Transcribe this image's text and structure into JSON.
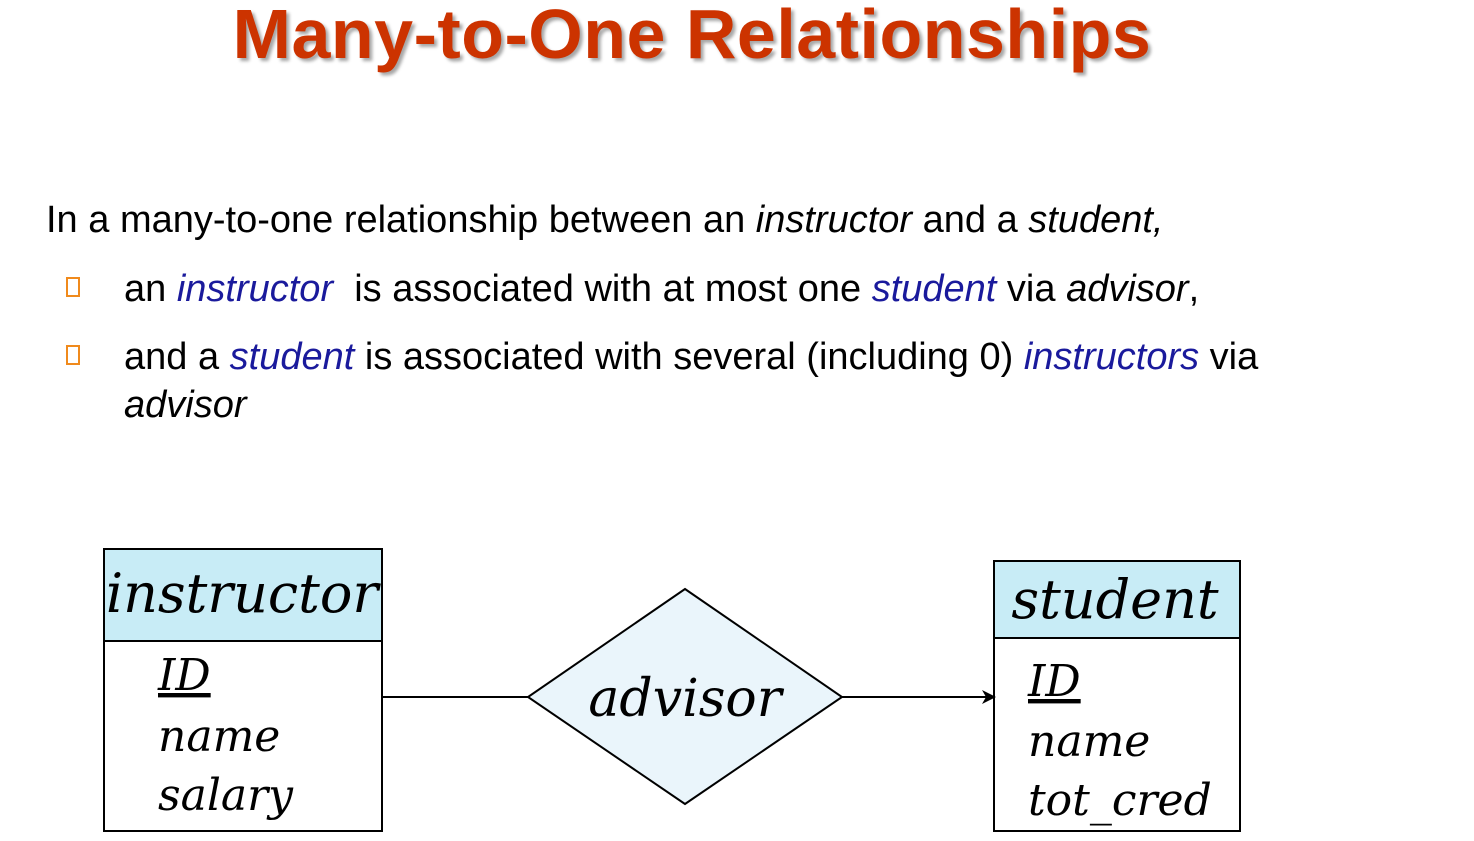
{
  "slide": {
    "title": "Many-to-One Relationships",
    "intro": {
      "p1": "In a many-to-one relationship between an ",
      "p2": "instructor",
      "p3": " and a ",
      "p4": "student,"
    },
    "bullets": [
      {
        "a": "an ",
        "b": "instructor",
        "c": "  is associated with at most one ",
        "d": "student",
        "e": " via ",
        "f": "advisor",
        "g": ","
      },
      {
        "a": "and a ",
        "b": "student",
        "c": " is associated with several (including 0) ",
        "d": "instructors",
        "e": " via",
        "f": "advisor"
      }
    ]
  },
  "diagram": {
    "colors": {
      "entity_header": "#c8ecf6",
      "relationship_fill": "#eaf5fb",
      "entity_body": "#ffffff",
      "title": "#cc3300",
      "link": "#1a1a9c",
      "bullet": "#f08a1c"
    },
    "entities": [
      {
        "name": "instructor",
        "attributes": [
          "ID",
          "name",
          "salary"
        ],
        "key": "ID"
      },
      {
        "name": "student",
        "attributes": [
          "ID",
          "name",
          "tot_cred"
        ],
        "key": "ID"
      }
    ],
    "relationship": {
      "name": "advisor"
    }
  }
}
